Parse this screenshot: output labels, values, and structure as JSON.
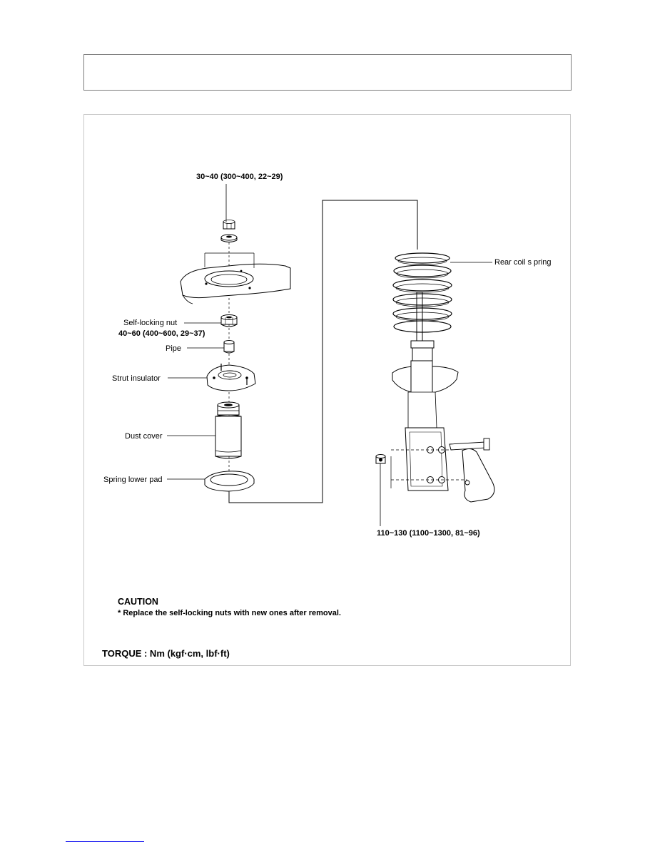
{
  "header_box": {
    "text": ""
  },
  "labels": {
    "top_nut_torque": "30~40 (300~400, 22~29)",
    "self_locking_nut": "Self-locking nut",
    "self_locking_nut_torque": "40~60 (400~600, 29~37)",
    "pipe": "Pipe",
    "strut_insulator": "Strut insulator",
    "dust_cover": "Dust cover",
    "spring_lower_pad": "Spring lower pad",
    "rear_coil_spring": "Rear coil s pring",
    "lower_bolt_torque": "110~130 (1100~1300, 81~96)"
  },
  "caution": {
    "title": "CAUTION",
    "text": "* Replace the self-locking nuts with new ones after removal."
  },
  "torque_unit": "TORQUE : Nm (kgf·cm, lbf·ft)",
  "footer": {
    "link_text": ""
  }
}
